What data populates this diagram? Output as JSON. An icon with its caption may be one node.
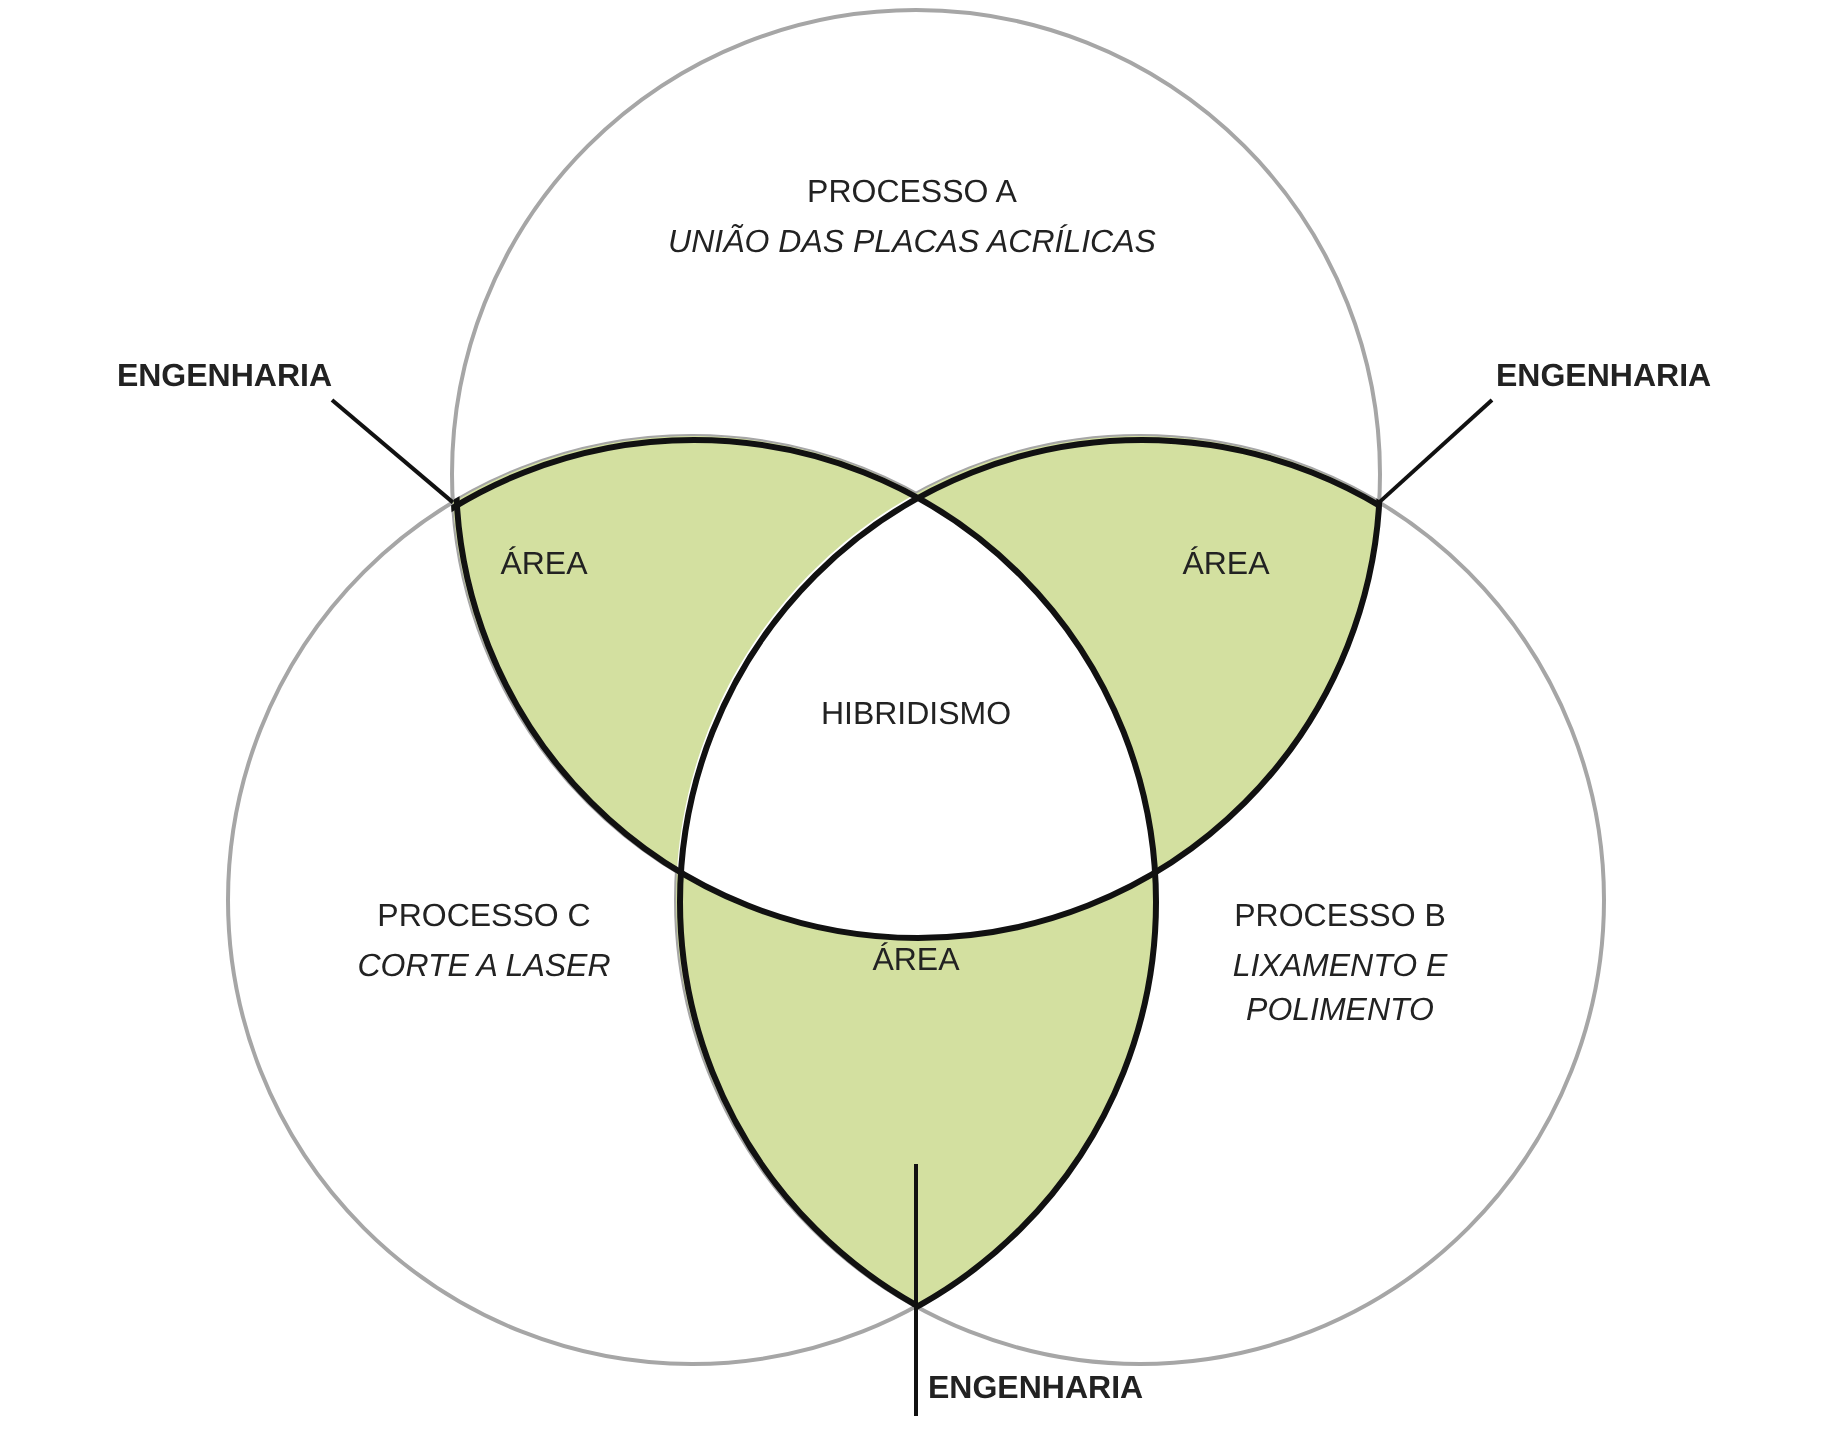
{
  "diagram": {
    "nodes": [
      {
        "text": [
          "PROCESSO A",
          "UNIÃO DAS PLACAS ACRÍLICAS"
        ]
      },
      {
        "text": [
          "ENGENHARIA"
        ]
      },
      {
        "text": [
          "ENGENHARIA"
        ]
      },
      {
        "text": [
          "ÁREA"
        ]
      },
      {
        "text": [
          "ÁREA"
        ]
      },
      {
        "text": [
          "HIBRIDISMO"
        ]
      },
      {
        "text": [
          "PROCESSO C",
          "CORTE A LASER"
        ]
      },
      {
        "text": [
          "PROCESSO B",
          "LIXAMENTO E POLIMENTO"
        ]
      },
      {
        "text": [
          "ÁREA"
        ]
      },
      {
        "text": [
          "ENGENHARIA"
        ]
      }
    ],
    "edges": [
      {
        "from": 1,
        "to": 3,
        "arrow": "none"
      },
      {
        "from": 2,
        "to": 4,
        "arrow": "none"
      },
      {
        "from": 9,
        "to": null,
        "arrow": "none"
      }
    ]
  }
}
